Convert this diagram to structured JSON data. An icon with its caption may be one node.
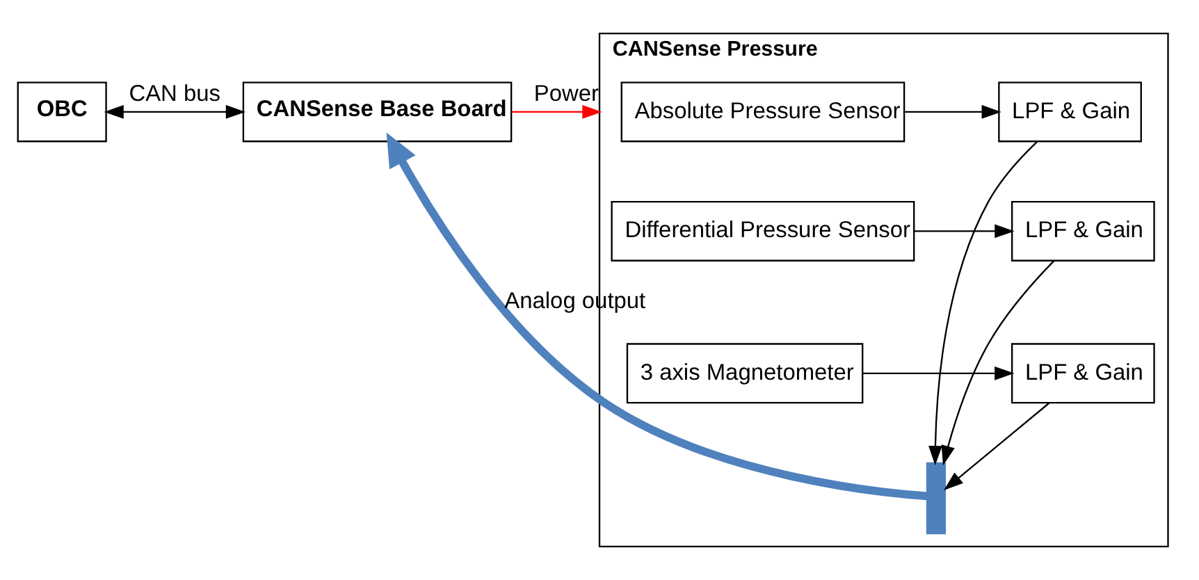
{
  "diagram": {
    "nodes": [
      {
        "text": [
          "OBC"
        ]
      },
      {
        "text": [
          "CANSense Base Board"
        ]
      },
      {
        "text": [
          "CANSense Pressure"
        ]
      },
      {
        "text": [
          "Absolute Pressure Sensor"
        ],
        "in": 2
      },
      {
        "text": [
          "LPF & Gain"
        ],
        "in": 2
      },
      {
        "text": [
          "Differential Pressure Sensor"
        ],
        "in": 2
      },
      {
        "text": [
          "LPF & Gain"
        ],
        "in": 2
      },
      {
        "text": [
          "3 axis Magnetometer"
        ],
        "in": 2
      },
      {
        "text": [
          "LPF & Gain"
        ],
        "in": 2
      },
      {
        "text": [],
        "shape": "bar",
        "in": 2
      }
    ],
    "edges": [
      {
        "from": 0,
        "to": 1,
        "arrow": "both",
        "label": "CAN bus"
      },
      {
        "from": 1,
        "to": 2,
        "arrow": "to",
        "label": "Power",
        "color": "#ff0000"
      },
      {
        "from": 3,
        "to": 4,
        "arrow": "to"
      },
      {
        "from": 5,
        "to": 6,
        "arrow": "to"
      },
      {
        "from": 7,
        "to": 8,
        "arrow": "to"
      },
      {
        "from": 4,
        "to": 9,
        "arrow": "to"
      },
      {
        "from": 6,
        "to": 9,
        "arrow": "to"
      },
      {
        "from": 8,
        "to": 9,
        "arrow": "to"
      },
      {
        "from": 9,
        "to": 1,
        "arrow": "to",
        "label": "Analog output",
        "style": "thick",
        "color": "#4f81bd"
      }
    ]
  }
}
